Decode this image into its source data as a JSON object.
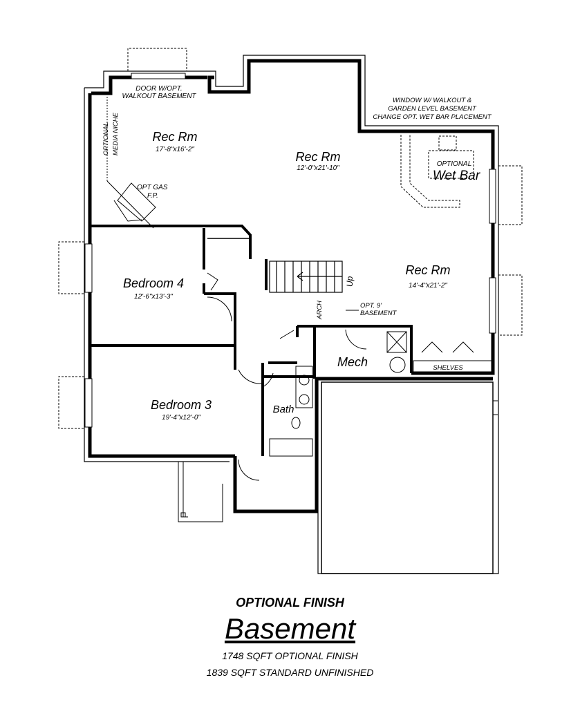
{
  "plan": {
    "notes": {
      "door_walkout_1": "DOOR W/OPT.",
      "door_walkout_2": "WALKOUT BASEMENT",
      "window_note_1": "WINDOW W/ WALKOUT &",
      "window_note_2": "GARDEN LEVEL BASEMENT",
      "window_note_3": "CHANGE OPT. WET BAR PLACEMENT",
      "media_1": "OPTIONAL",
      "media_2": "MEDIA NICHE",
      "gas_1": "OPT GAS",
      "gas_2": "F.P.",
      "wetbar_opt": "OPTIONAL",
      "opt9_1": "OPT. 9'",
      "opt9_2": "BASEMENT",
      "arch": "ARCH",
      "up": "Up",
      "shelves": "SHELVES"
    },
    "rooms": [
      {
        "name": "Rec Rm",
        "dims": "17'-8\"x16'-2\""
      },
      {
        "name": "Rec Rm",
        "dims": "12'-0\"x21'-10\""
      },
      {
        "name": "Rec Rm",
        "dims": "14'-4\"x21'-2\""
      },
      {
        "name": "Wet Bar"
      },
      {
        "name": "Bedroom 4",
        "dims": "12'-6\"x13'-3\""
      },
      {
        "name": "Bedroom 3",
        "dims": "19'-4\"x12'-0\""
      },
      {
        "name": "Mech"
      },
      {
        "name": "Bath"
      }
    ]
  },
  "caption": {
    "subtitle": "OPTIONAL FINISH",
    "title": "Basement",
    "line1": "1748 SQFT OPTIONAL FINISH",
    "line2": "1839 SQFT STANDARD UNFINISHED"
  }
}
